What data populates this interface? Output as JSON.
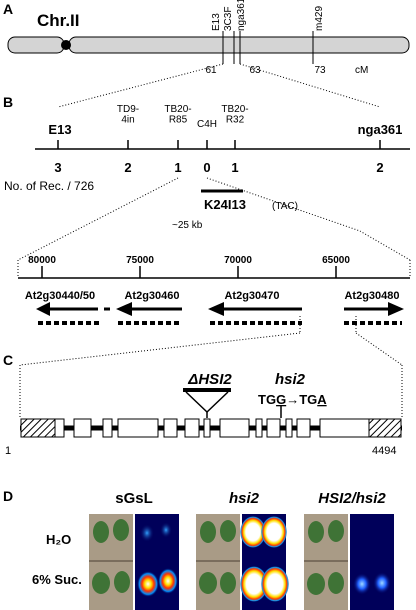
{
  "panels": {
    "A": {
      "letter": "A",
      "chromosome": "Chr.II",
      "markers": [
        "E13",
        "3C3F",
        "nga361",
        "m429"
      ],
      "positions": [
        "61",
        "63",
        "73"
      ],
      "unit": "cM"
    },
    "B": {
      "letter": "B",
      "markers": [
        {
          "name": "E13",
          "rec": "3"
        },
        {
          "name": "TD9-\n4in",
          "rec": "2"
        },
        {
          "name": "TB20-\nR85",
          "rec": "1"
        },
        {
          "name": "C4H",
          "rec": "0"
        },
        {
          "name": "TB20-\nR32",
          "rec": "1"
        },
        {
          "name": "nga361",
          "rec": "2"
        }
      ],
      "rec_label": "No. of Rec. / 726",
      "bac_name": "K24I13",
      "bac_type": "(TAC)",
      "scale_label": "~25 kb",
      "ruler_ticks": [
        "80000",
        "75000",
        "70000",
        "65000"
      ],
      "genes": [
        "At2g30440/50",
        "At2g30460",
        "At2g30470",
        "At2g30480"
      ]
    },
    "C": {
      "letter": "C",
      "deletion_label": "ΔHSI2",
      "mutant_label": "hsi2",
      "mutation": {
        "from_prefix": "TG",
        "from_base": "G",
        "arrow": "→",
        "to_prefix": "TG",
        "to_base": "A"
      },
      "start": "1",
      "end": "4494"
    },
    "D": {
      "letter": "D",
      "columns": [
        "sGsL",
        "hsi2",
        "HSI2/hsi2"
      ],
      "rows": [
        "H₂O",
        "6% Suc."
      ]
    }
  },
  "colors": {
    "chromosome_fill": "#d4d4d4",
    "line": "#000000",
    "leaf_background": "#a99b86",
    "leaf": "#3f7336",
    "luminescence_background": "#00005a"
  }
}
